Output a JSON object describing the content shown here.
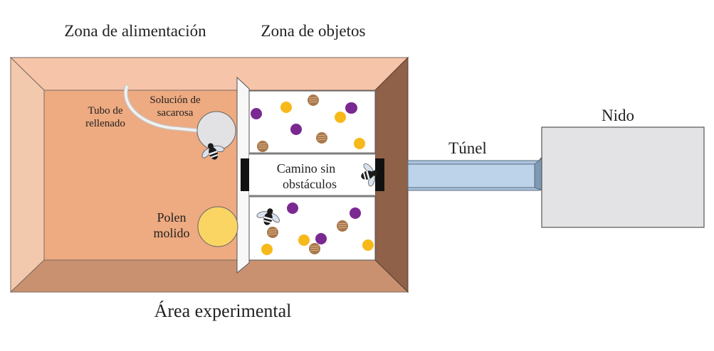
{
  "labels": {
    "feeding_zone": "Zona de alimentación",
    "objects_zone": "Zona de objetos",
    "refill_tube": [
      "Tubo de",
      "rellenado"
    ],
    "sucrose_solution": [
      "Solución de",
      "sacarosa"
    ],
    "clear_path": [
      "Camino sin",
      "obstáculos"
    ],
    "ground_pollen": [
      "Polen",
      "molido"
    ],
    "tunnel": "Túnel",
    "nest": "Nido",
    "experimental_area": "Área experimental"
  },
  "colors": {
    "box_top": "#f6c4a8",
    "box_left": "#f3c9ad",
    "box_floor": "#eeaa80",
    "box_bottom": "#c99170",
    "box_right": "#8f6148",
    "pollen": "#fad564",
    "sucrose_dish": "#e2e2e4",
    "tunnel": "#bcd3ea",
    "nest": "#e3e3e5",
    "disc_purple": "#7b2891",
    "disc_yellow": "#f7b91a",
    "disc_wood": "#a9774a"
  },
  "objects_upper": [
    {
      "color": "purple"
    },
    {
      "color": "wood"
    },
    {
      "color": "yellow"
    },
    {
      "color": "purple"
    },
    {
      "color": "yellow"
    },
    {
      "color": "purple"
    },
    {
      "color": "purple"
    },
    {
      "color": "wood"
    },
    {
      "color": "wood"
    },
    {
      "color": "yellow"
    }
  ],
  "objects_lower": [
    {
      "color": "purple"
    },
    {
      "color": "purple"
    },
    {
      "color": "wood"
    },
    {
      "color": "wood"
    },
    {
      "color": "yellow"
    },
    {
      "color": "purple"
    },
    {
      "color": "yellow"
    },
    {
      "color": "wood"
    },
    {
      "color": "yellow"
    }
  ]
}
